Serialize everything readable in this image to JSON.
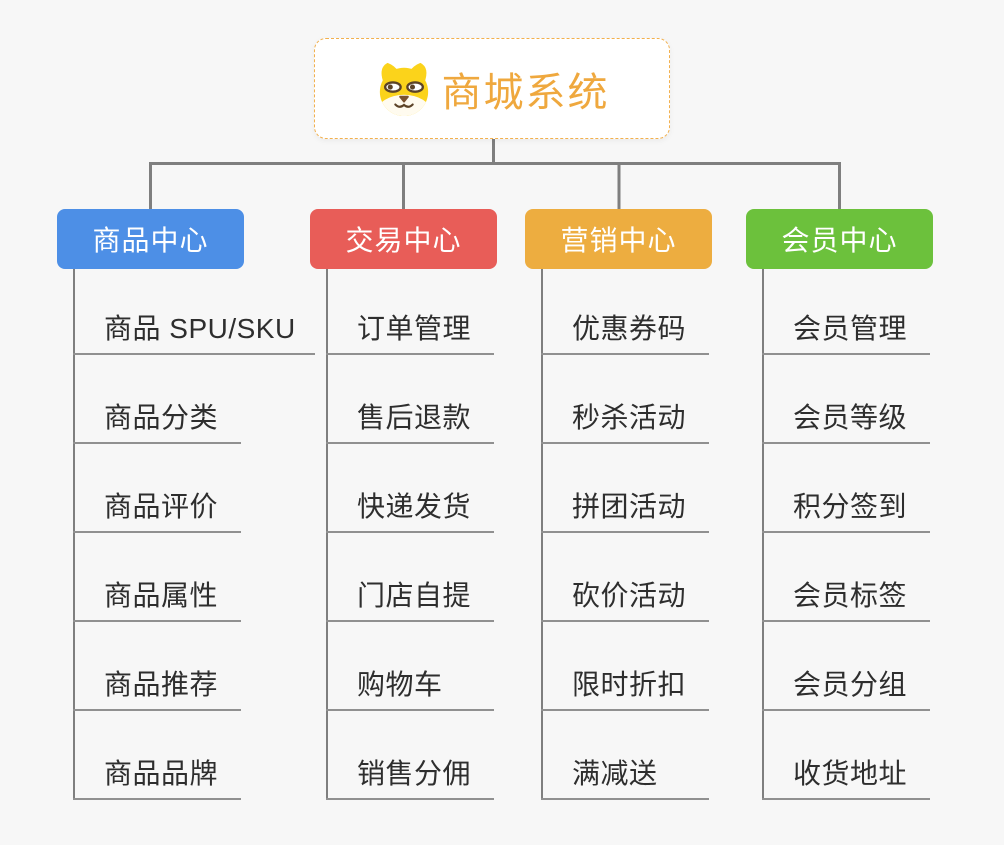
{
  "background": "#F7F7F7",
  "root": {
    "title": "商城系统",
    "color": "#EFA83E",
    "border_color": "#F2B04E",
    "icon": "dog-face-icon"
  },
  "branches": [
    {
      "label": "商品中心",
      "color": "#4D8FE6",
      "items": [
        "商品 SPU/SKU",
        "商品分类",
        "商品评价",
        "商品属性",
        "商品推荐",
        "商品品牌"
      ]
    },
    {
      "label": "交易中心",
      "color": "#E85D58",
      "items": [
        "订单管理",
        "售后退款",
        "快递发货",
        "门店自提",
        "购物车",
        "销售分佣"
      ]
    },
    {
      "label": "营销中心",
      "color": "#EDAD40",
      "items": [
        "优惠券码",
        "秒杀活动",
        "拼团活动",
        "砍价活动",
        "限时折扣",
        "满减送"
      ]
    },
    {
      "label": "会员中心",
      "color": "#6CC13C",
      "items": [
        "会员管理",
        "会员等级",
        "积分签到",
        "会员标签",
        "会员分组",
        "收货地址"
      ]
    }
  ],
  "connectors": {
    "color": "#7F7F7F",
    "underline_color": "#909090"
  }
}
